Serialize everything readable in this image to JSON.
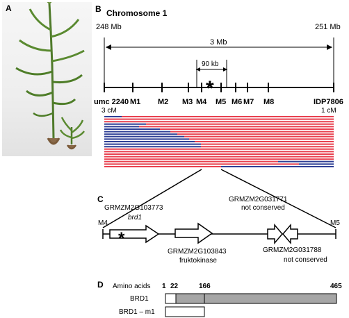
{
  "panels": {
    "a": "A",
    "b": "B",
    "c": "C",
    "d": "D"
  },
  "map": {
    "title": "Chromosome 1",
    "left_pos": "248 Mb",
    "right_pos": "251 Mb",
    "span_label": "3 Mb",
    "interval_label": "90 kb",
    "asterisk": "*",
    "left_marker": "umc 2240",
    "left_cm": "3 cM",
    "right_marker": "IDP7806",
    "right_cm": "1 cM",
    "markers": [
      "M1",
      "M2",
      "M3",
      "M4",
      "M5",
      "M6",
      "M7",
      "M8"
    ]
  },
  "genes": {
    "left_marker": "M4",
    "right_marker": "M5",
    "g1_id": "GRMZM2G103773",
    "g1_name": "brd1",
    "g2_id": "GRMZM2G103843",
    "g2_note": "fruktokinase",
    "g3_id": "GRMZM2G031771",
    "g3_note": "not conserved",
    "g4_id": "GRMZM2G031788",
    "g4_note": "not conserved"
  },
  "protein": {
    "axis_label": "Amino acids",
    "pos1": "1",
    "pos22": "22",
    "pos166": "166",
    "pos465": "465",
    "brd1_label": "BRD1",
    "m1_label": "BRD1 – m1"
  },
  "colors": {
    "haplotype_red": "#e8404f",
    "haplotype_blue": "#2f3f95",
    "protein_fill": "#a6a6a6"
  }
}
